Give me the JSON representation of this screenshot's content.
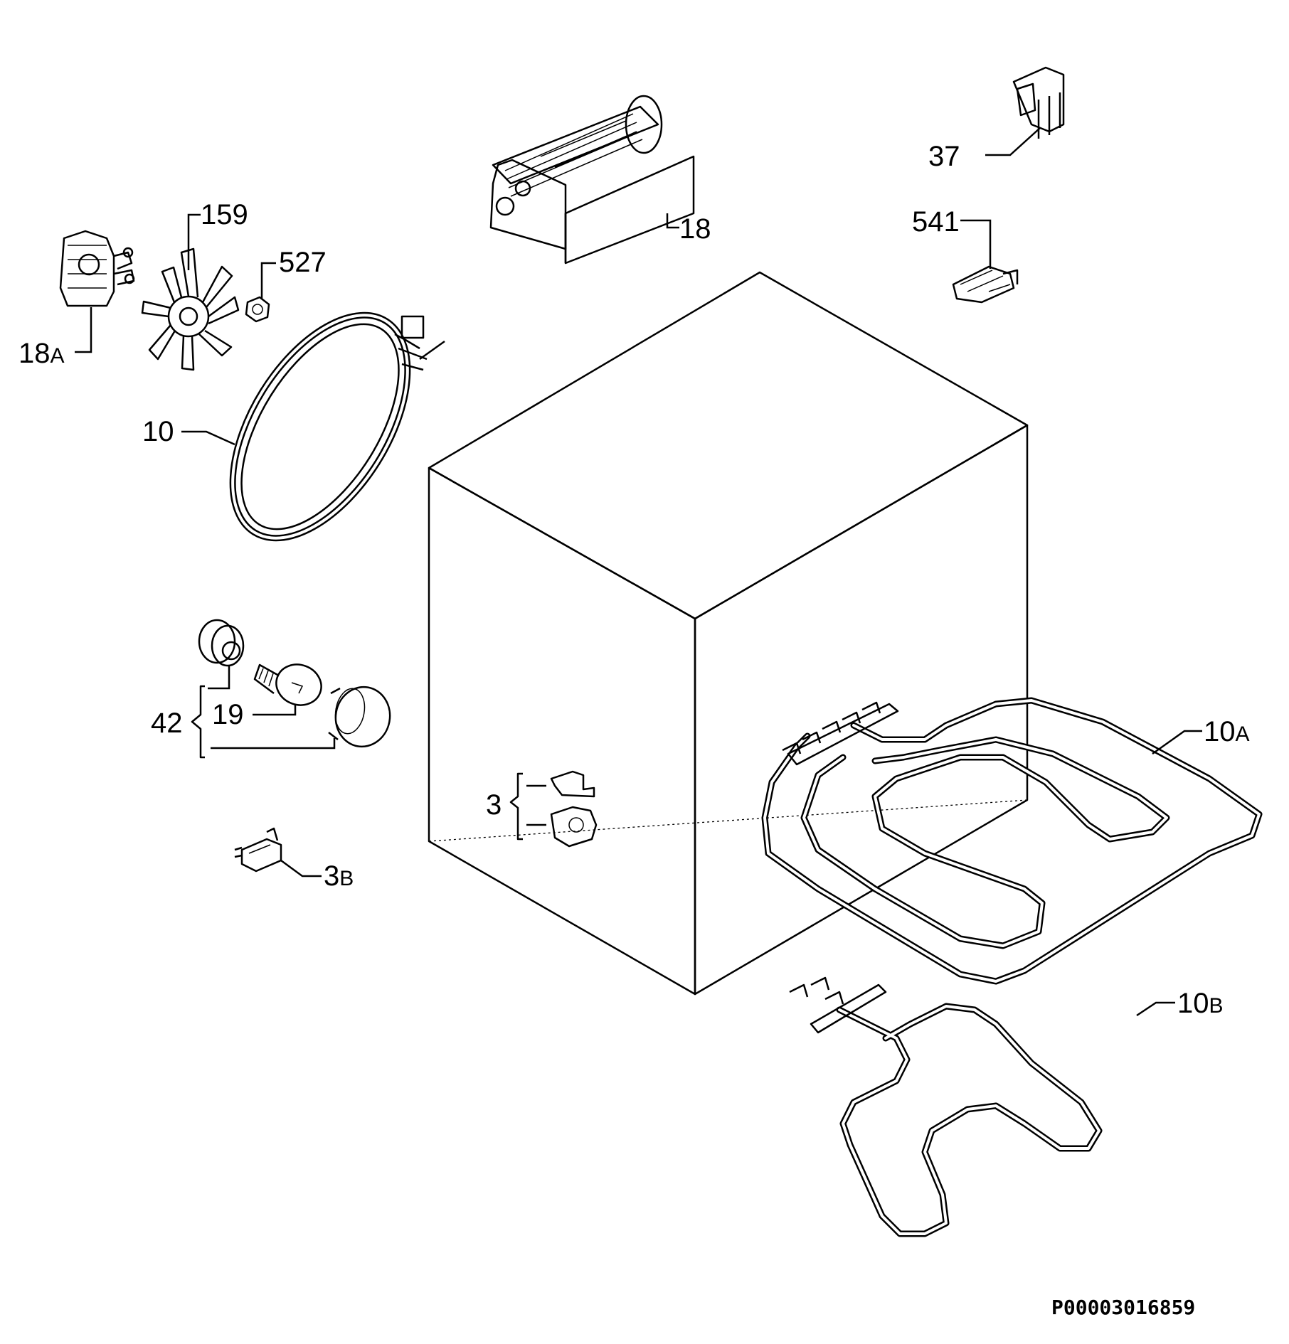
{
  "callouts": {
    "c18A": {
      "main": "18",
      "sub": "A"
    },
    "c159": "159",
    "c527": "527",
    "c10": "10",
    "c18": "18",
    "c37": "37",
    "c541": "541",
    "c42": "42",
    "c19": "19",
    "c3": "3",
    "c3B": {
      "main": "3",
      "sub": "B"
    },
    "c10A": {
      "main": "10",
      "sub": "A"
    },
    "c10B": {
      "main": "10",
      "sub": "B"
    }
  },
  "drawing_code": "P00003016859"
}
